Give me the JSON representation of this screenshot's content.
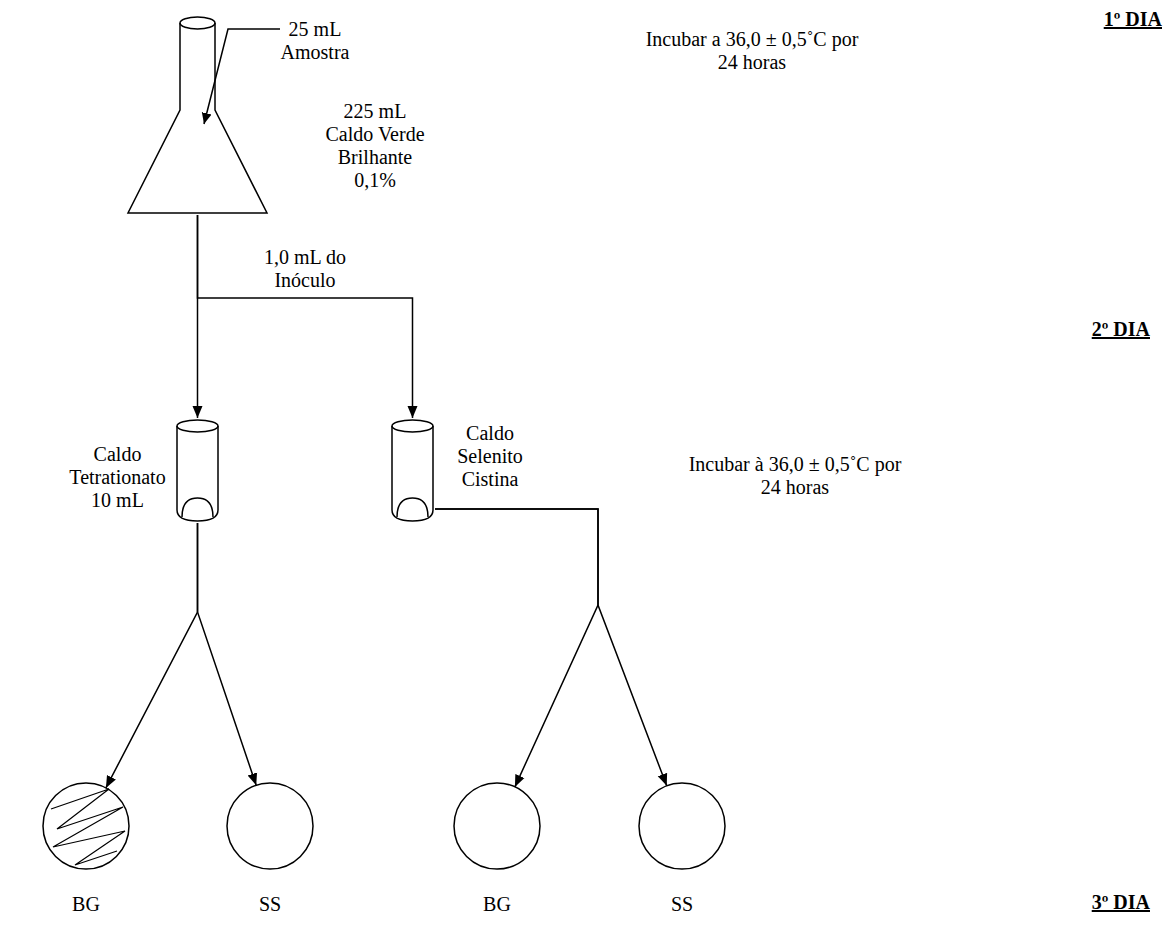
{
  "diagram": {
    "nodes": [
      {
        "text": [
          "25 mL Amostra",
          "225 mL Caldo Verde Brilhante 0,1%"
        ]
      },
      {
        "text": [
          "Caldo Tetrationato 10 mL"
        ]
      },
      {
        "text": [
          "Caldo Selenito Cistina"
        ]
      },
      {
        "text": [
          "BG"
        ]
      },
      {
        "text": [
          "SS"
        ]
      },
      {
        "text": [
          "BG"
        ]
      },
      {
        "text": [
          "SS"
        ]
      }
    ],
    "edges": [
      {
        "from": 0,
        "to": 1,
        "arrow": "to"
      },
      {
        "from": 0,
        "to": 2,
        "label": "1,0 mL do Inóculo",
        "arrow": "to"
      },
      {
        "from": 1,
        "to": 3,
        "arrow": "to"
      },
      {
        "from": 1,
        "to": 4,
        "arrow": "to"
      },
      {
        "from": 2,
        "to": 5,
        "arrow": "to"
      },
      {
        "from": 2,
        "to": 6,
        "arrow": "to"
      }
    ],
    "labels": [
      "1º DIA",
      "Incubar a 36,0 ± 0,5˚C por 24 horas",
      "2º DIA",
      "Incubar à 36,0 ± 0,5˚C por 24 horas",
      "3º DIA"
    ]
  }
}
